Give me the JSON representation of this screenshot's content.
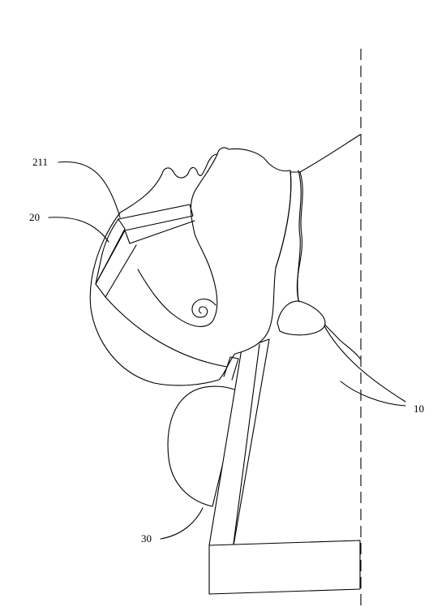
{
  "figure": {
    "labels": {
      "ref_211": "211",
      "ref_20": "20",
      "ref_10": "10",
      "ref_30": "30"
    },
    "colors": {
      "line": "#000000",
      "background": "#ffffff"
    }
  }
}
